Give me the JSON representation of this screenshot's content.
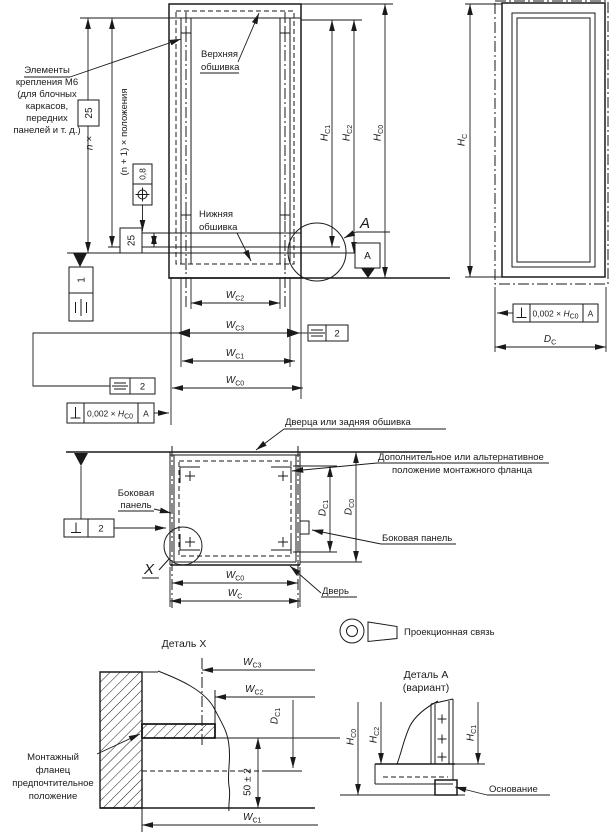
{
  "colors": {
    "line": "#1a1a1a",
    "background": "#ffffff"
  },
  "labels": {
    "fastening_elements": [
      "Элементы",
      "крепления М6",
      "(для блочных",
      "каркасов,",
      "передних",
      "панелей и т. д.)"
    ],
    "top_cladding": [
      "Верхняя",
      "обшивка"
    ],
    "bottom_cladding": [
      "Нижняя",
      "обшивка"
    ],
    "door_or_back": "Дверца или задняя обшивка",
    "alt_flange1": "Дополнительное или альтернативное",
    "alt_flange2": "положение монтажного фланца",
    "side_panel_left1": "Боковая",
    "side_panel_left2": "панель",
    "side_panel_right": "Боковая панель",
    "door": "Дверь",
    "projection_link": "Проекционная связь",
    "detail_x_title": "Деталь X",
    "detail_a_title1": "Деталь А",
    "detail_a_title2": "(вариант)",
    "mounting_flange": [
      "Монтажный",
      "фланец",
      "предпочтительное",
      "положение"
    ],
    "base": "Основание",
    "detail_a_marker": "А",
    "detail_x_marker": "X"
  },
  "dimensions": {
    "n_x": "n ×",
    "box_25": "25",
    "n1_positions": "(n + 1) × положения",
    "offset_25": "25",
    "dim_50": "50 ± 2",
    "hc": {
      "base": "H",
      "sub": "C"
    },
    "hc0": {
      "base": "H",
      "sub": "C0"
    },
    "hc1": {
      "base": "H",
      "sub": "C1"
    },
    "hc2": {
      "base": "H",
      "sub": "C2"
    },
    "wc": {
      "base": "W",
      "sub": "C"
    },
    "wc0": {
      "base": "W",
      "sub": "C0"
    },
    "wc1": {
      "base": "W",
      "sub": "C1"
    },
    "wc2": {
      "base": "W",
      "sub": "C2"
    },
    "wc3": {
      "base": "W",
      "sub": "C3"
    },
    "dc": {
      "base": "D",
      "sub": "C"
    },
    "dc0": {
      "base": "D",
      "sub": "C0"
    },
    "dc1": {
      "base": "D",
      "sub": "C1"
    }
  },
  "tolerances": {
    "pos_value": "0,8",
    "datum_1": "1",
    "sym_value": "2",
    "perp_plan_value": "2",
    "perp_prefix": "0,002 × ",
    "perp_datum": "А",
    "datum_a": "А"
  }
}
